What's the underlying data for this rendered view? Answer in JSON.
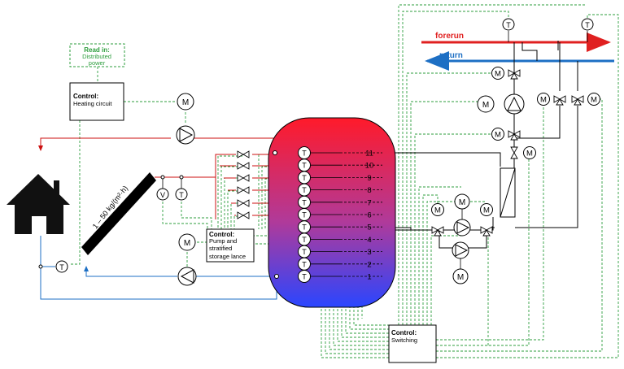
{
  "labels": {
    "read_in_title": "Read in:",
    "read_in_body_1": "Distributed",
    "read_in_body_2": "power",
    "ctrl_heating_title": "Control:",
    "ctrl_heating_body": "Heating circuit",
    "ctrl_pump_title": "Control:",
    "ctrl_pump_body_1": "Pump and",
    "ctrl_pump_body_2": "stratified",
    "ctrl_pump_body_3": "storage lance",
    "ctrl_switch_title": "Control:",
    "ctrl_switch_body": "Switching",
    "forerun": "forerun",
    "return": "return",
    "collector_flow": "1 – 50 kg/(m²·h)",
    "sym_T": "T",
    "sym_M": "M",
    "sym_V": "V"
  },
  "tank_levels": [
    "11",
    "10",
    "9",
    "8",
    "7",
    "6",
    "5",
    "4",
    "3",
    "2",
    "1"
  ],
  "colors": {
    "forerun": "#e02020",
    "return": "#1d6fc4",
    "control_link": "#2e9e3e",
    "tank_top": "#ff1a2a",
    "tank_bottom": "#2a46ff"
  }
}
